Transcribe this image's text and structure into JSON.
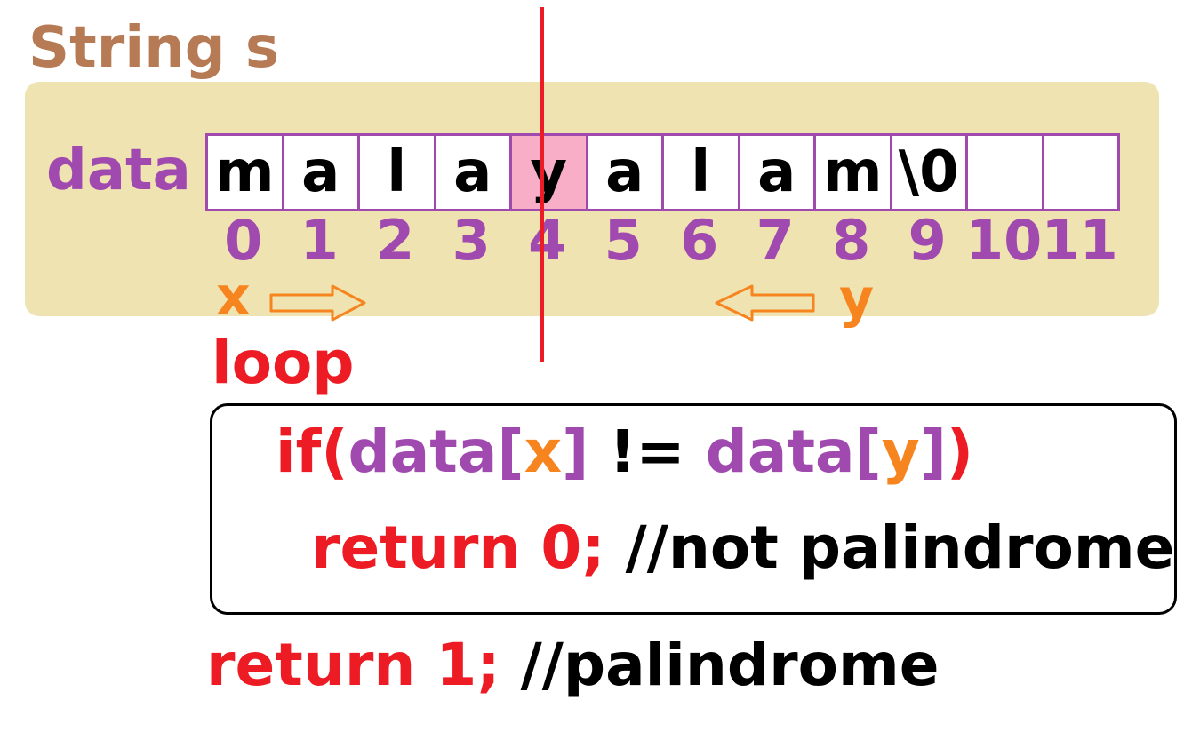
{
  "colors": {
    "title": "#b67a55",
    "panel": "#efe3b2",
    "purple": "#a04ab0",
    "orange": "#f7851f",
    "red": "#ed1c24",
    "black": "#000000",
    "highlight": "#f7aec6"
  },
  "title": "String s",
  "data_label": "data",
  "cells": [
    "m",
    "a",
    "l",
    "a",
    "y",
    "a",
    "l",
    "a",
    "m",
    "\\0",
    "",
    ""
  ],
  "highlight_index": 4,
  "indices": [
    "0",
    "1",
    "2",
    "3",
    "4",
    "5",
    "6",
    "7",
    "8",
    "9",
    "10",
    "11"
  ],
  "pointer_x": "x",
  "pointer_y": "y",
  "loop_label": "loop",
  "code": {
    "if_kw": "if(",
    "data1": "data[",
    "x": "x",
    "close1": "]",
    "neq": " != ",
    "data2": "data[",
    "y": "y",
    "close2": "]",
    "paren_close": ")",
    "return0": "return 0;",
    "comment0": " //not palindrome",
    "return1": "return 1;",
    "comment1": " //palindrome"
  }
}
